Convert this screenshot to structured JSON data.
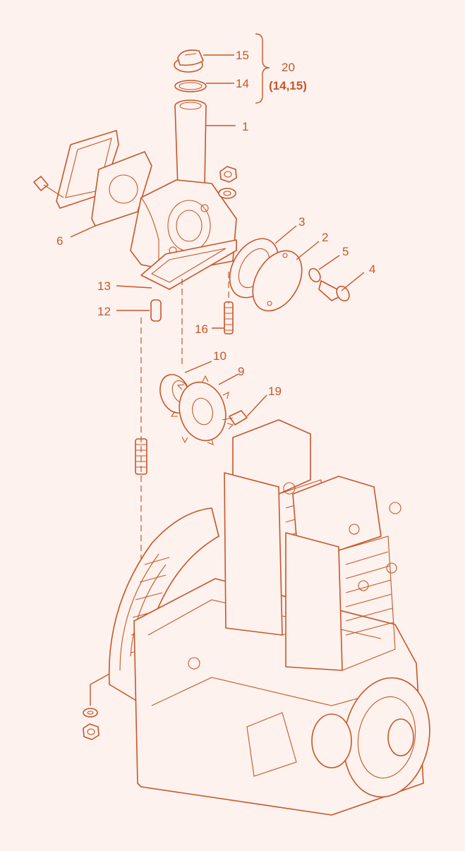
{
  "colors": {
    "line": "#c6562a",
    "background": "#fdf2ee"
  },
  "callouts": {
    "c15": "15",
    "c14": "14",
    "c20": "20",
    "c20_sub": "(14,15)",
    "c1": "1",
    "c3": "3",
    "c2": "2",
    "c5": "5",
    "c4": "4",
    "c6": "6",
    "c13": "13",
    "c12": "12",
    "c16": "16",
    "c10": "10",
    "c9": "9",
    "c19": "19"
  }
}
